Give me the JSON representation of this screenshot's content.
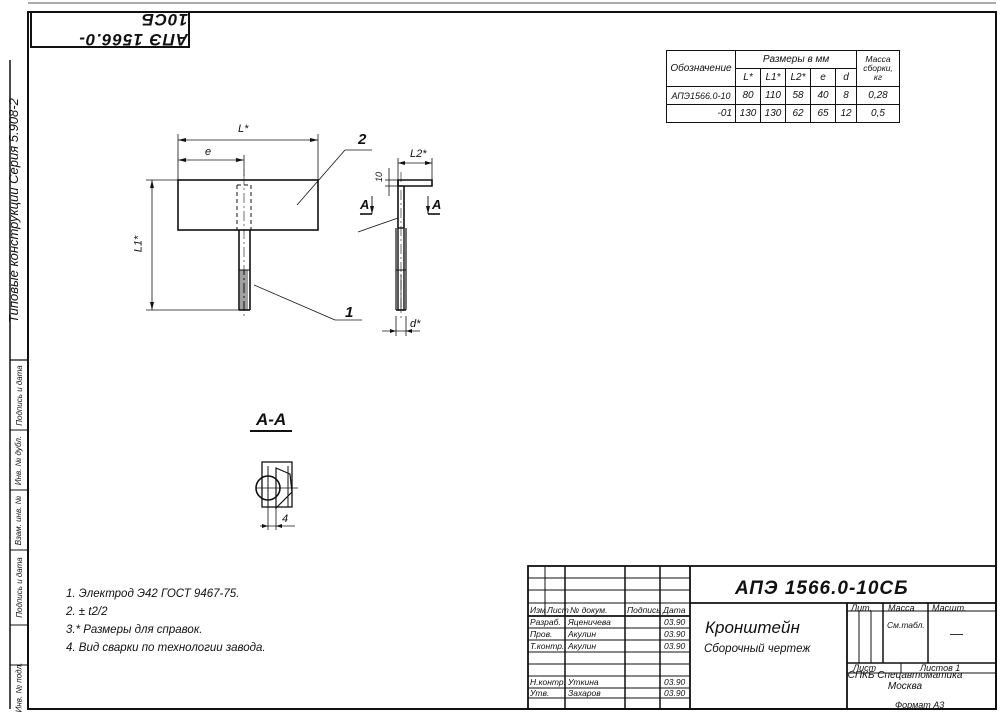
{
  "doc": {
    "code_mirrored": "АПЭ 1566.0-10СБ",
    "series_vertical": "Типовые конструкции   Серия 5.908-2",
    "sidebar_labels": [
      "Подпись и дата",
      "Инв. № дубл.",
      "Взам. инв. №",
      "Подпись и дата",
      "Инв. № подл."
    ]
  },
  "table": {
    "col_designation": "Обозначение",
    "dims_header": "Размеры в мм",
    "mass_header": "Масса сборки, кг",
    "columns": [
      "L*",
      "L1*",
      "L2*",
      "e",
      "d"
    ],
    "rows": [
      {
        "designation": "АПЭ1566.0-10",
        "values": [
          "80",
          "110",
          "58",
          "40",
          "8",
          "0,28"
        ]
      },
      {
        "designation": "-01",
        "values": [
          "130",
          "130",
          "62",
          "65",
          "12",
          "0,5"
        ]
      }
    ]
  },
  "drawing": {
    "dim_L": "L*",
    "dim_e": "e",
    "dim_L1": "L1*",
    "dim_L2": "L2*",
    "dim_10": "10",
    "dim_d": "d*",
    "dim_4": "4",
    "pos_1": "1",
    "pos_2": "2",
    "cut_A": "А",
    "section": "А-А"
  },
  "notes": [
    "1. Электрод Э42 ГОСТ 9467-75.",
    "2. ± t2/2",
    "3.* Размеры для справок.",
    "4. Вид сварки по технологии завода."
  ],
  "title_block": {
    "code": "АПЭ 1566.0-10СБ",
    "name": "Кронштейн",
    "subtitle": "Сборочный чертеж",
    "header_row": [
      "Изм",
      "Лист",
      "№ докум.",
      "Подпись",
      "Дата"
    ],
    "roles": [
      {
        "role": "Разраб.",
        "name": "Яценичева",
        "date": "03.90"
      },
      {
        "role": "Пров.",
        "name": "Акулин",
        "date": "03.90"
      },
      {
        "role": "Т.контр.",
        "name": "Акулин",
        "date": "03.90"
      },
      {
        "role": "Н.контр.",
        "name": "Уткина",
        "date": "03.90"
      },
      {
        "role": "Утв.",
        "name": "Захаров",
        "date": "03.90"
      }
    ],
    "lit": "Лит.",
    "mass": "Масса",
    "scale": "Масшт.",
    "mass_value": "См.табл.",
    "scale_value": "—",
    "sheet": "Лист",
    "sheets": "Листов 1",
    "org": "СПКБ Спецавтоматика Москва",
    "format": "Формат А3"
  }
}
